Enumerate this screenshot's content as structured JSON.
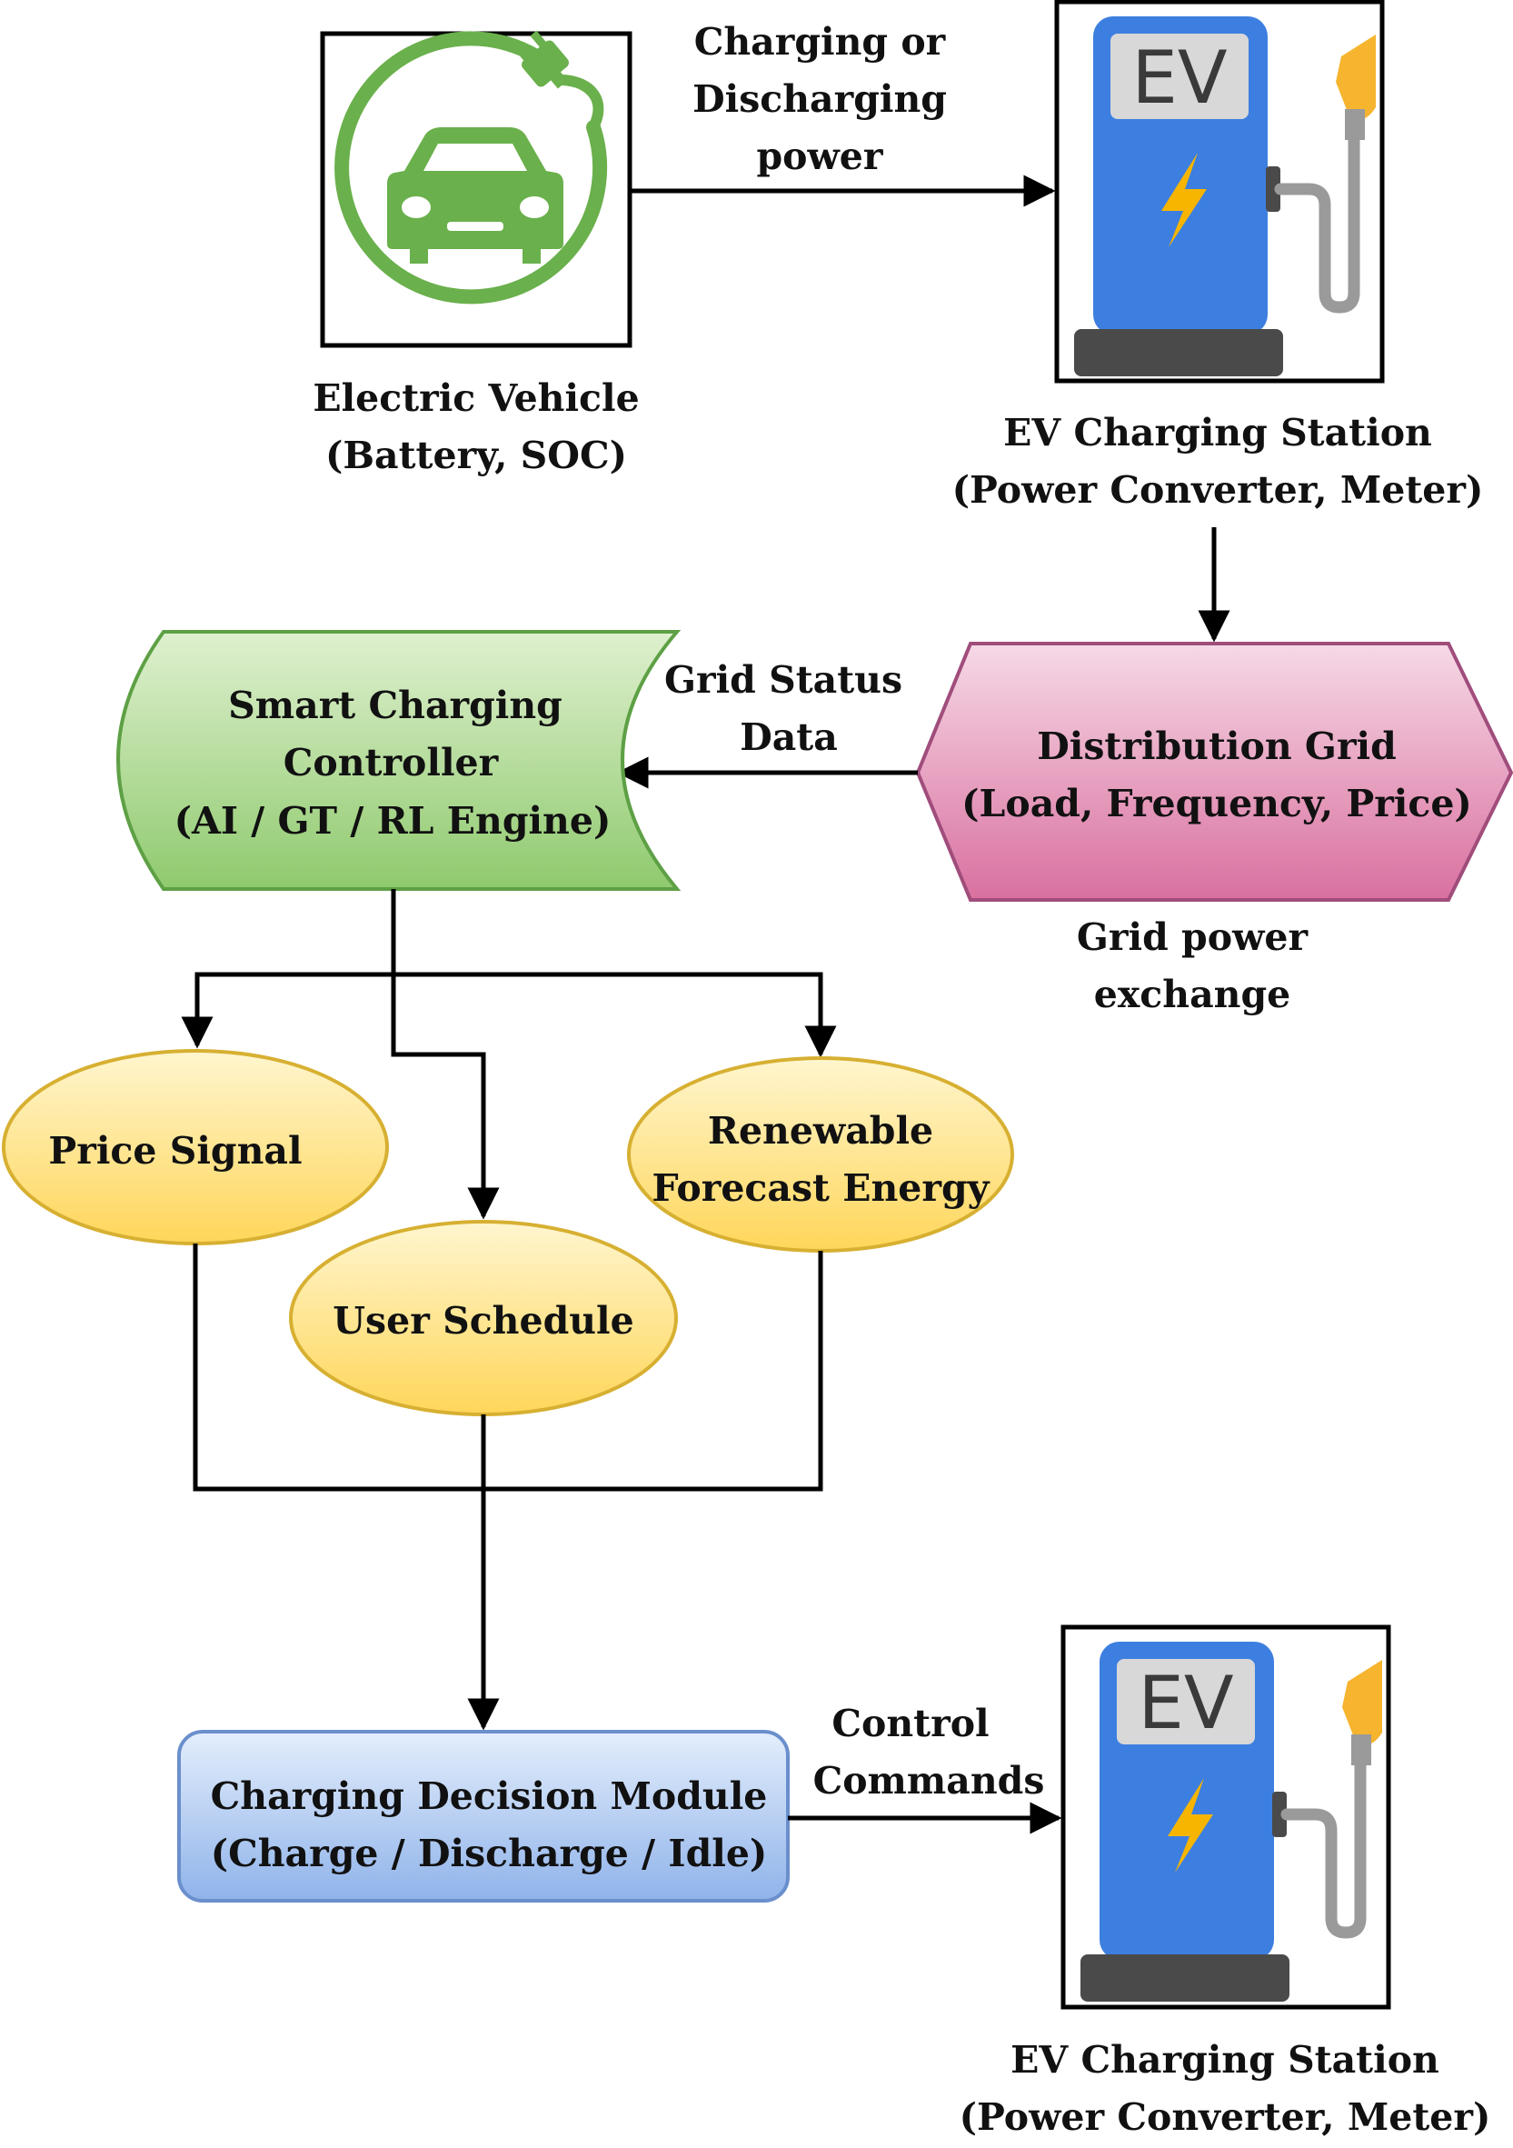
{
  "colors": {
    "ev_green": "#6ab04c",
    "pump_blue": "#3d7fe0",
    "pump_screen": "#d8d8d8",
    "bolt": "#f7b500",
    "nozzle": "#f6b42f",
    "hose": "#9a9a9a",
    "pump_base": "#4a4a4a",
    "controller_fill": "#8fca6e",
    "grid_fill": "#d9709f",
    "ellipse_fill": "#ffd65a",
    "decision_fill": "#8fb3ea",
    "line": "#000000"
  },
  "ev": {
    "title": "Electric Vehicle",
    "subtitle": "(Battery, SOC)",
    "icon": "ev-plug-car-icon"
  },
  "station_top": {
    "screen_text": "EV",
    "title": "EV Charging Station",
    "subtitle": "(Power Converter, Meter)",
    "icon": "ev-charging-pump-icon"
  },
  "station_bottom": {
    "screen_text": "EV",
    "title": "EV Charging Station",
    "subtitle": "(Power Converter, Meter)",
    "icon": "ev-charging-pump-icon"
  },
  "edges": {
    "ev_to_station": [
      "Charging or",
      "Discharging",
      "power"
    ],
    "grid_to_controller": [
      "Grid Status",
      "Data"
    ],
    "grid_power": [
      "Grid power",
      "exchange"
    ],
    "decision_to_station": [
      "Control",
      "Commands"
    ]
  },
  "controller": {
    "lines": [
      "Smart Charging",
      "Controller",
      "(AI / GT / RL Engine)"
    ]
  },
  "grid": {
    "lines": [
      "Distribution Grid",
      "(Load, Frequency, Price)"
    ]
  },
  "inputs": {
    "price": "Price Signal",
    "schedule": "User Schedule",
    "renewable": [
      "Renewable",
      "Forecast Energy"
    ]
  },
  "decision": {
    "lines": [
      "Charging Decision Module",
      "(Charge / Discharge / Idle)"
    ]
  }
}
